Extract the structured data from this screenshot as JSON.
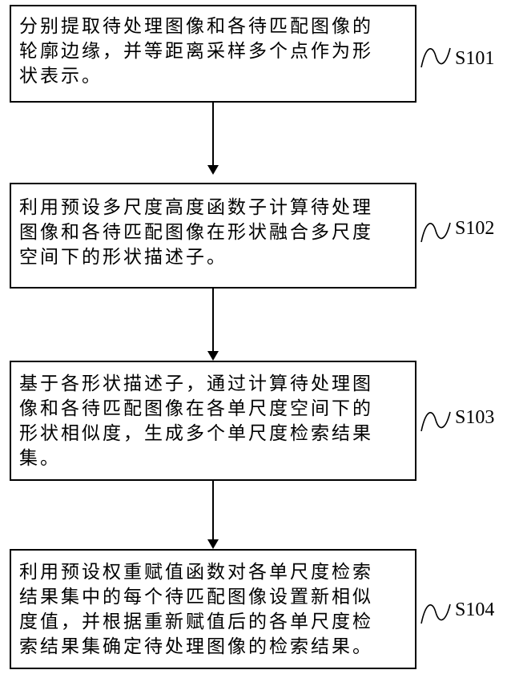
{
  "steps": [
    {
      "label": "S101",
      "lines": [
        "分别提取待处理图像和各待匹配图像的",
        "轮廓边缘，并等距离采样多个点作为形",
        "状表示。"
      ]
    },
    {
      "label": "S102",
      "lines": [
        "利用预设多尺度高度函数子计算待处理",
        "图像和各待匹配图像在形状融合多尺度",
        "空间下的形状描述子。"
      ]
    },
    {
      "label": "S103",
      "lines": [
        "基于各形状描述子，通过计算待处理图",
        "像和各待匹配图像在各单尺度空间下的",
        "形状相似度，生成多个单尺度检索结果",
        "集。"
      ]
    },
    {
      "label": "S104",
      "lines": [
        "利用预设权重赋值函数对各单尺度检索",
        "结果集中的每个待匹配图像设置新相似",
        "度值，并根据重新赋值后的各单尺度检",
        "索结果集确定待处理图像的检索结果。"
      ]
    }
  ],
  "colors": {
    "stroke": "#000000",
    "background": "#ffffff"
  }
}
